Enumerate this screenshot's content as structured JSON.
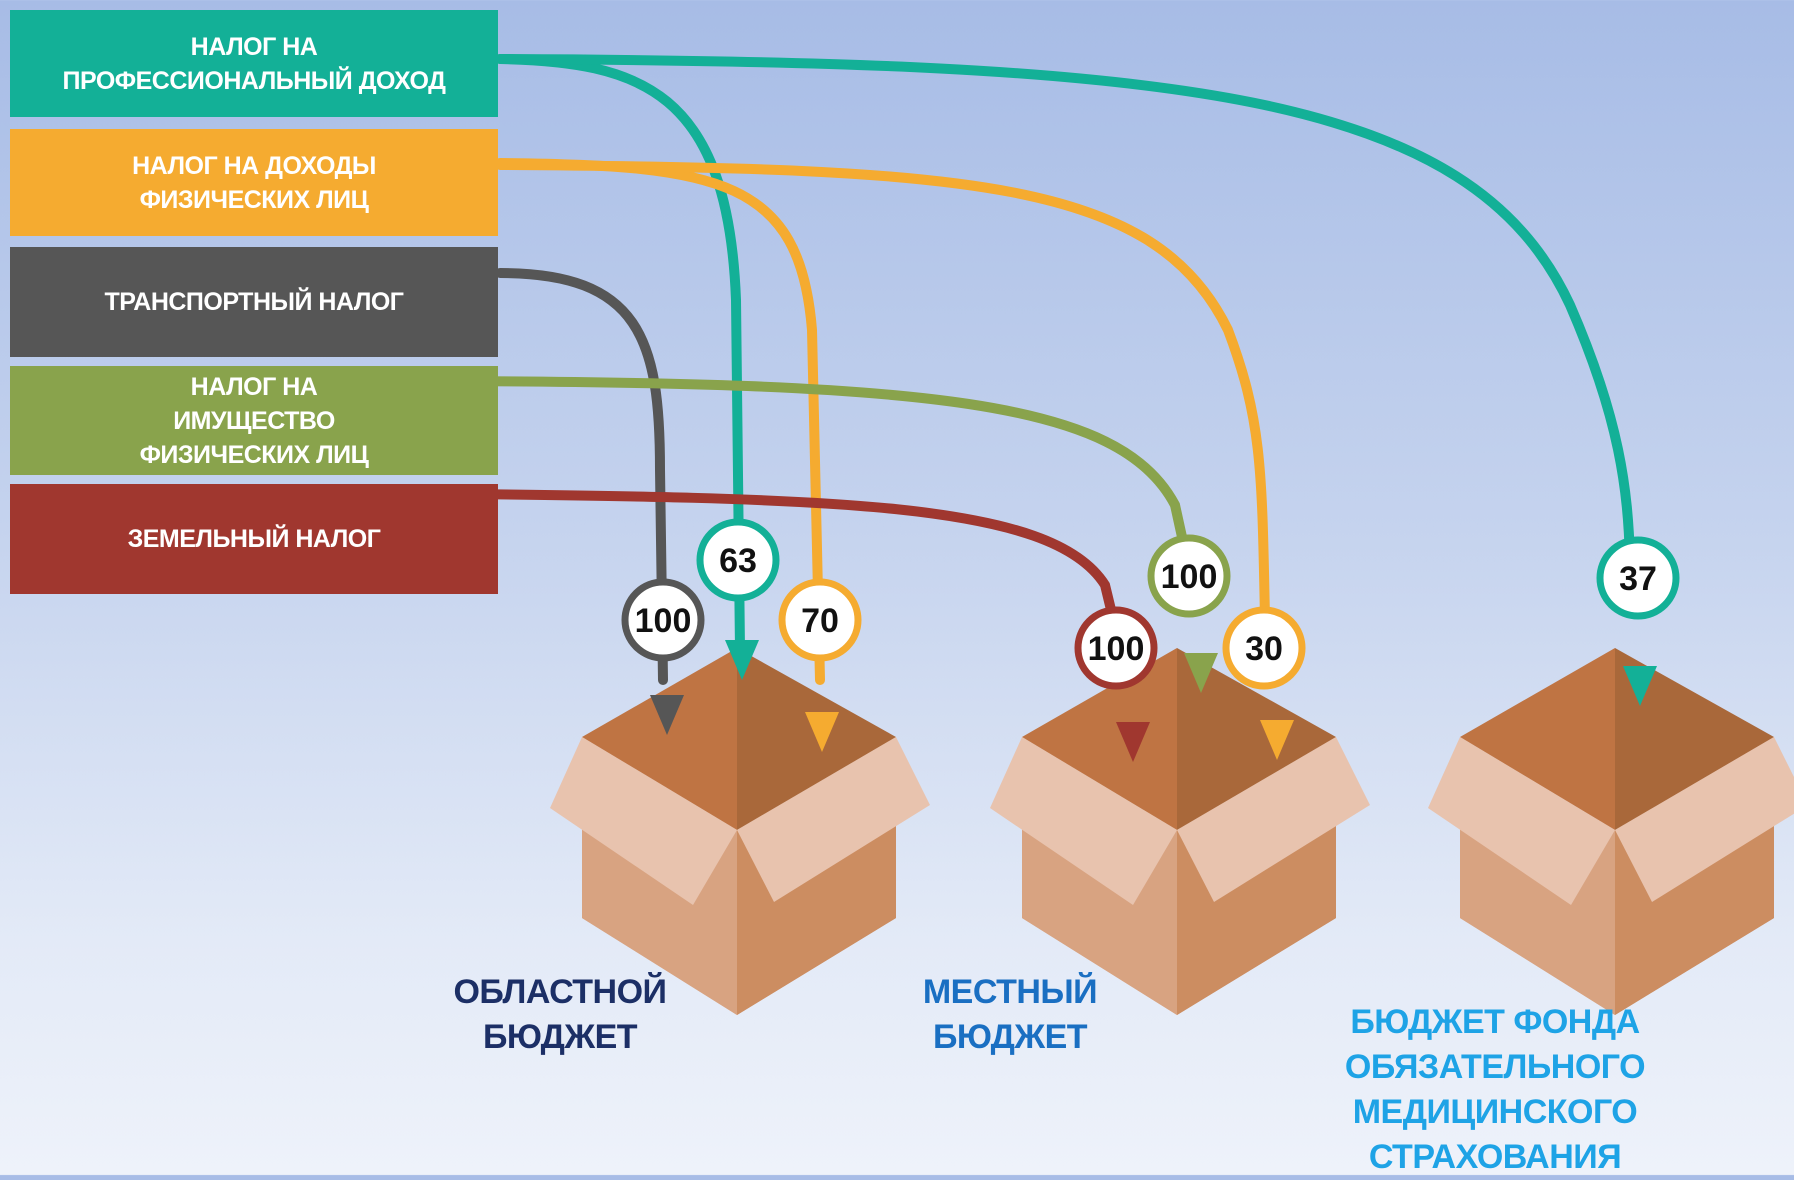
{
  "taxes": [
    {
      "id": "npd",
      "label": "НАЛОГ НА\nПРОФЕССИОНАЛЬНЫЙ ДОХОД",
      "color": "#13b097"
    },
    {
      "id": "ndfl",
      "label": "НАЛОГ НА ДОХОДЫ\nФИЗИЧЕСКИХ ЛИЦ",
      "color": "#f5ab30"
    },
    {
      "id": "transport",
      "label": "ТРАНСПОРТНЫЙ НАЛОГ",
      "color": "#565656"
    },
    {
      "id": "property",
      "label": "НАЛОГ НА\nИМУЩЕСТВО\nФИЗИЧЕСКИХ ЛИЦ",
      "color": "#89a34c"
    },
    {
      "id": "land",
      "label": "ЗЕМЕЛЬНЫЙ НАЛОГ",
      "color": "#a0372f"
    }
  ],
  "budgets": [
    {
      "id": "regional",
      "label": "ОБЛАСТНОЙ\nБЮДЖЕТ",
      "color": "#1c2f66"
    },
    {
      "id": "local",
      "label": "МЕСТНЫЙ\nБЮДЖЕТ",
      "color": "#1a6fc2"
    },
    {
      "id": "oms",
      "label": "БЮДЖЕТ ФОНДА\nОБЯЗАТЕЛЬНОГО\nМЕДИЦИНСКОГО\nСТРАХОВАНИЯ",
      "color": "#1ea3e6"
    }
  ],
  "flows": [
    {
      "from": "transport",
      "to": "regional",
      "value": "100"
    },
    {
      "from": "npd",
      "to": "regional",
      "value": "63"
    },
    {
      "from": "ndfl",
      "to": "regional",
      "value": "70"
    },
    {
      "from": "land",
      "to": "local",
      "value": "100"
    },
    {
      "from": "property",
      "to": "local",
      "value": "100"
    },
    {
      "from": "ndfl",
      "to": "local",
      "value": "30"
    },
    {
      "from": "npd",
      "to": "oms",
      "value": "37"
    }
  ]
}
